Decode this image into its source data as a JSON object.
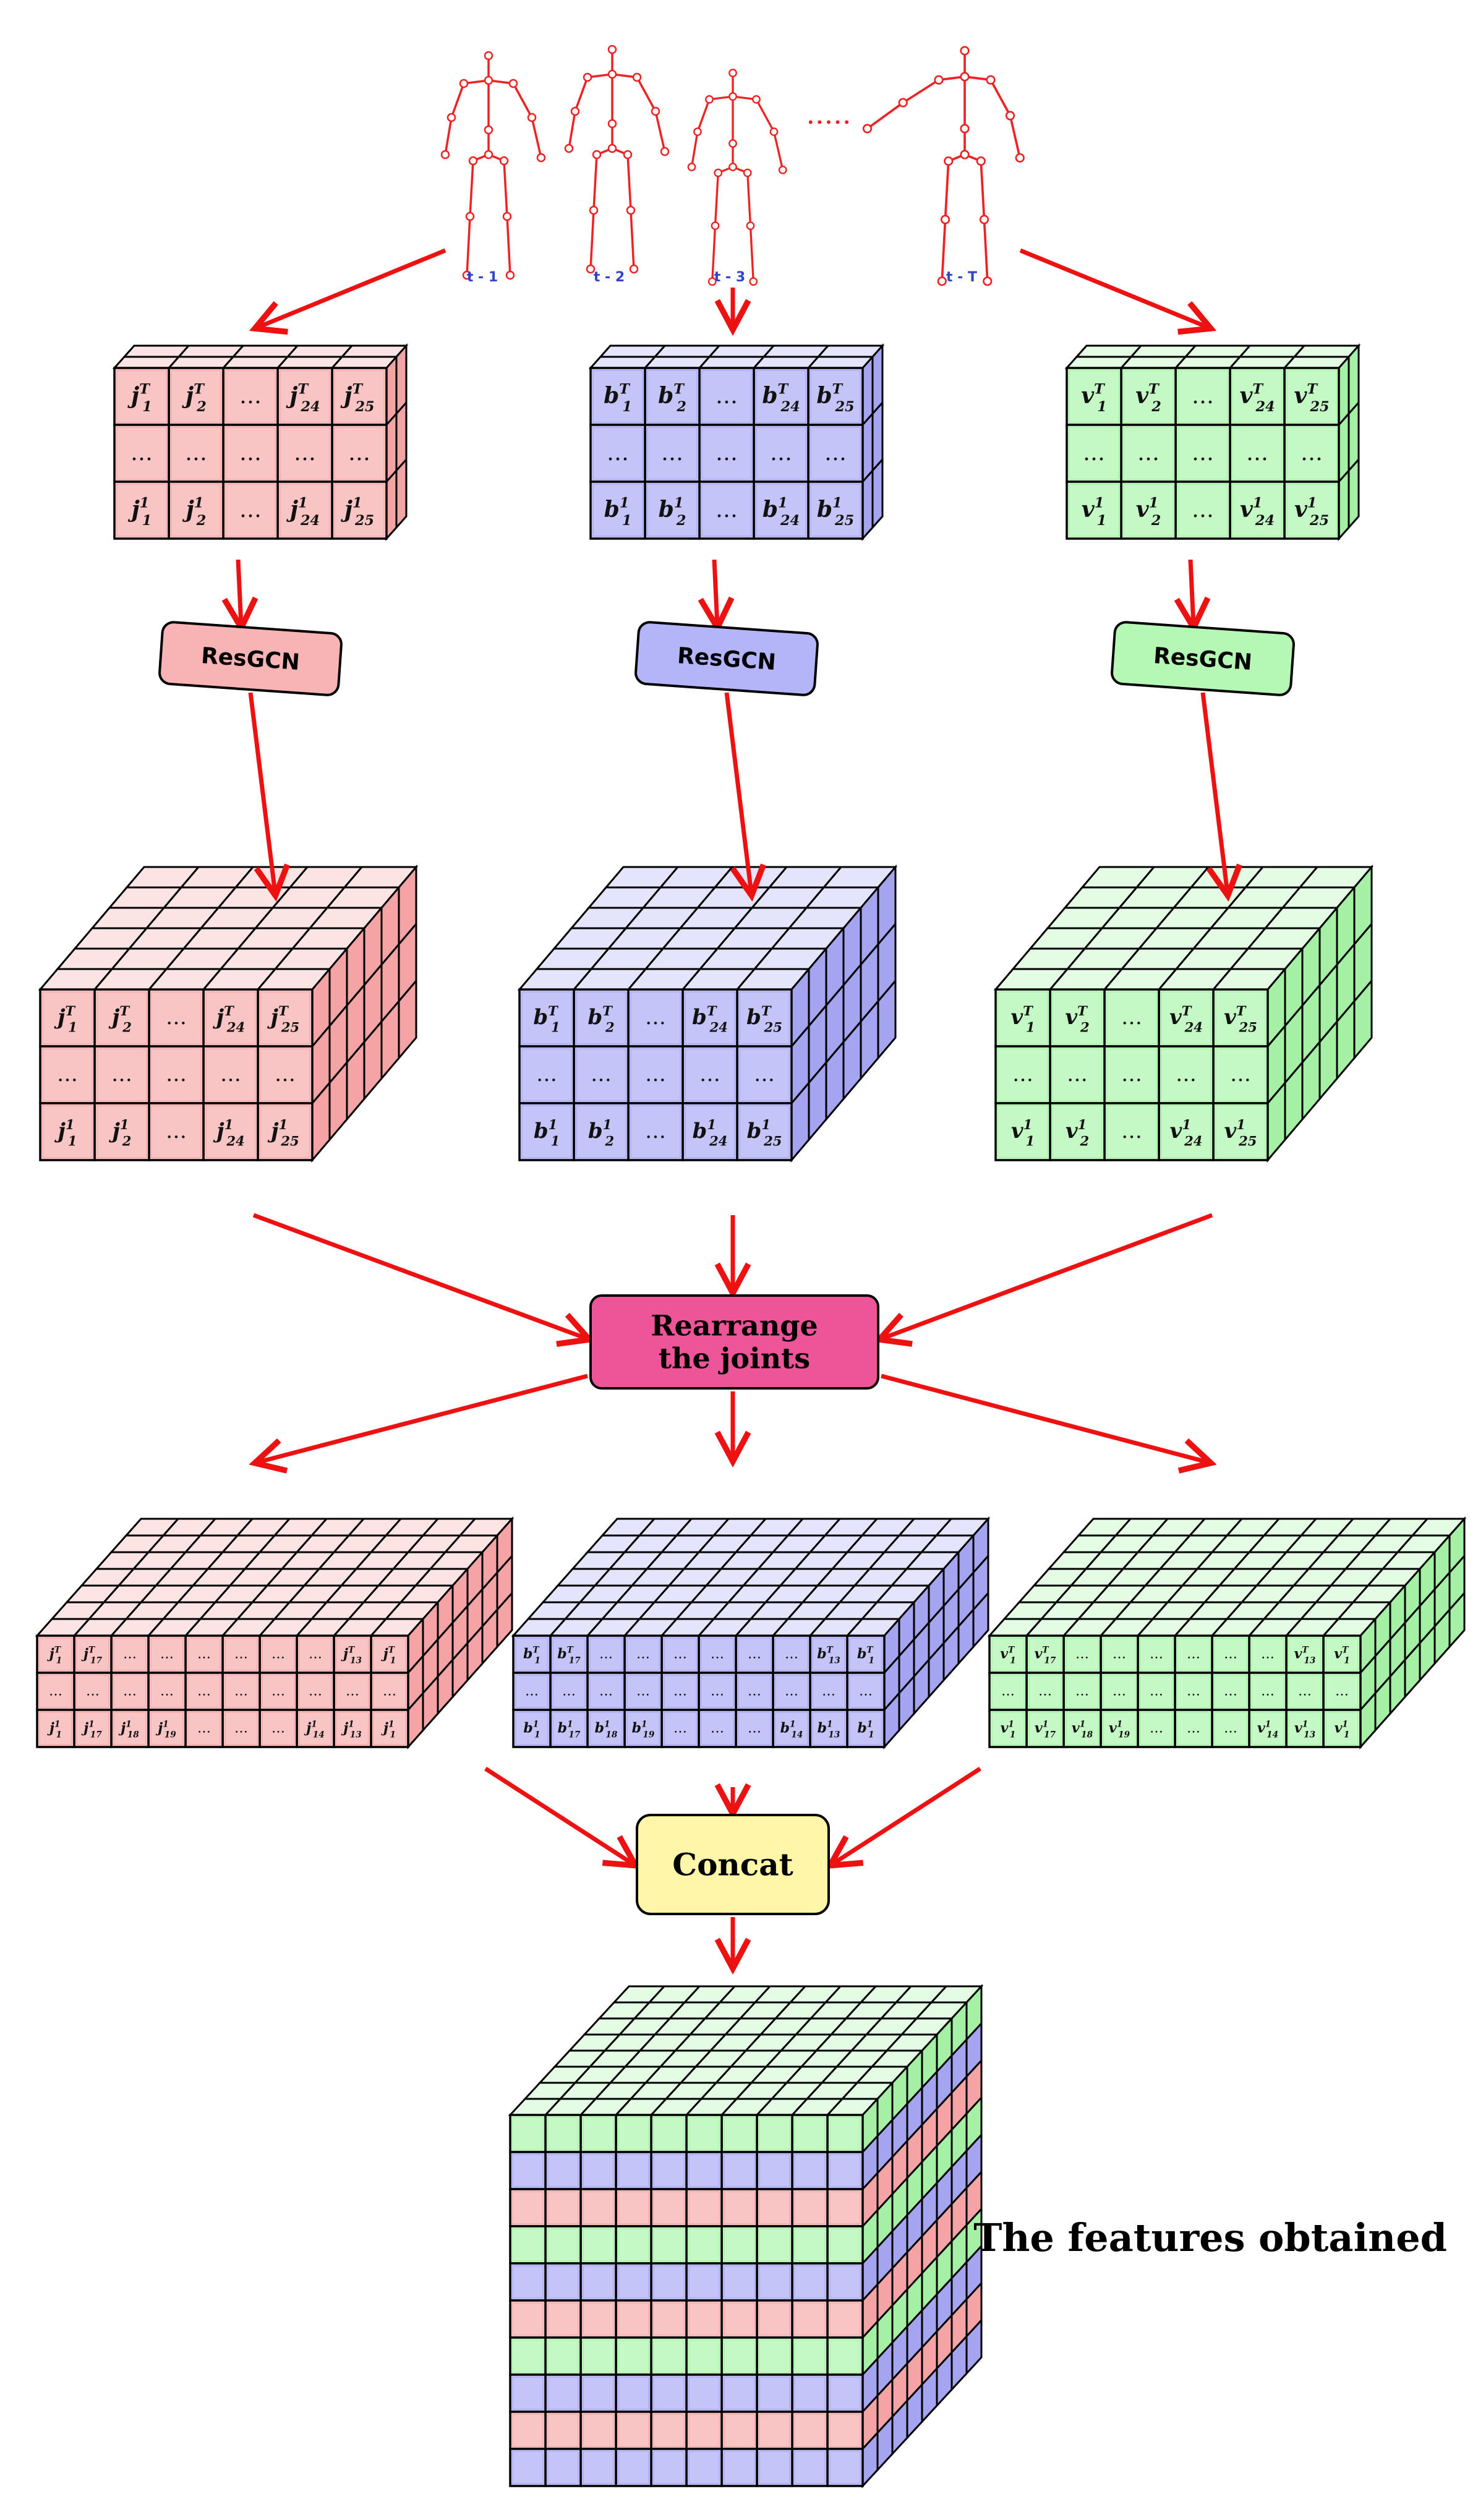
{
  "skeleton": {
    "frames": [
      "t - 1",
      "t - 2",
      "t - 3",
      "t - T"
    ],
    "ellipsis": "....."
  },
  "streams": [
    {
      "id": "joint",
      "resgcn_label": "ResGCN",
      "colors": {
        "front": "#f8c4c4",
        "top": "#fce4e4",
        "side": "#f4a4a4",
        "box": "#f8b4b4"
      },
      "top_row": [
        "j_1^T",
        "j_2^T",
        "…",
        "j_24^T",
        "j_25^T"
      ],
      "mid_row": [
        "…",
        "…",
        "…",
        "…",
        "…"
      ],
      "bottom_row": [
        "j_1^1",
        "j_2^1",
        "…",
        "j_24^1",
        "j_25^1"
      ],
      "rearranged_top": [
        "j_1^T",
        "j_17^T",
        "…",
        "…",
        "…",
        "…",
        "…",
        "…",
        "j_13^T",
        "j_1^T"
      ],
      "rearranged_mid": [
        "…",
        "…",
        "…",
        "…",
        "…",
        "…",
        "…",
        "…",
        "…",
        "…"
      ],
      "rearranged_bottom": [
        "j_1^1",
        "j_17^1",
        "j_18^1",
        "j_19^1",
        "…",
        "…",
        "…",
        "j_14^1",
        "j_13^1",
        "j_1^1"
      ]
    },
    {
      "id": "bone",
      "resgcn_label": "ResGCN",
      "colors": {
        "front": "#c4c4f8",
        "top": "#e4e4fc",
        "side": "#a4a4f0",
        "box": "#b4b4f8"
      },
      "top_row": [
        "b_1^T",
        "b_2^T",
        "…",
        "b_24^T",
        "b_25^T"
      ],
      "mid_row": [
        "…",
        "…",
        "…",
        "…",
        "…"
      ],
      "bottom_row": [
        "b_1^1",
        "b_2^1",
        "…",
        "b_24^1",
        "b_25^1"
      ],
      "rearranged_top": [
        "b_1^T",
        "b_17^T",
        "…",
        "…",
        "…",
        "…",
        "…",
        "…",
        "b_13^T",
        "b_1^T"
      ],
      "rearranged_mid": [
        "…",
        "…",
        "…",
        "…",
        "…",
        "…",
        "…",
        "…",
        "…",
        "…"
      ],
      "rearranged_bottom": [
        "b_1^1",
        "b_17^1",
        "b_18^1",
        "b_19^1",
        "…",
        "…",
        "…",
        "b_14^1",
        "b_13^1",
        "b_1^1"
      ]
    },
    {
      "id": "velocity",
      "resgcn_label": "ResGCN",
      "colors": {
        "front": "#c4f8c4",
        "top": "#e4fce4",
        "side": "#a4f0a4",
        "box": "#b4f8b4"
      },
      "top_row": [
        "v_1^T",
        "v_2^T",
        "…",
        "v_24^T",
        "v_25^T"
      ],
      "mid_row": [
        "…",
        "…",
        "…",
        "…",
        "…"
      ],
      "bottom_row": [
        "v_1^1",
        "v_2^1",
        "…",
        "v_24^1",
        "v_25^1"
      ],
      "rearranged_top": [
        "v_1^T",
        "v_17^T",
        "…",
        "…",
        "…",
        "…",
        "…",
        "…",
        "v_13^T",
        "v_1^T"
      ],
      "rearranged_mid": [
        "…",
        "…",
        "…",
        "…",
        "…",
        "…",
        "…",
        "…",
        "…",
        "…"
      ],
      "rearranged_bottom": [
        "v_1^1",
        "v_17^1",
        "v_18^1",
        "v_19^1",
        "…",
        "…",
        "…",
        "v_14^1",
        "v_13^1",
        "v_1^1"
      ]
    }
  ],
  "rearrange": {
    "line1": "Rearrange",
    "line2": "the joints",
    "color": "#ee5599"
  },
  "concat": {
    "label": "Concat",
    "color": "#fff6a8"
  },
  "features_label": "The features obtained",
  "arrow_color": "#ee1111",
  "skeleton_color": "#ee2222",
  "frame_label_color": "#3344cc"
}
